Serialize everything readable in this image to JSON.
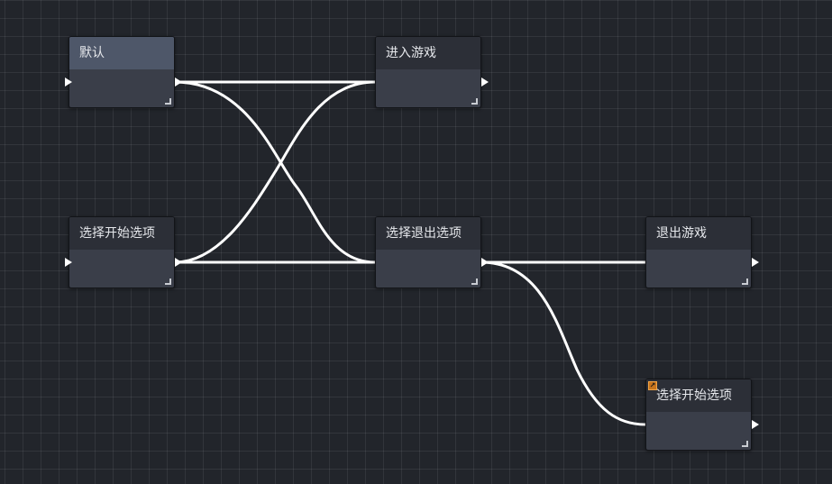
{
  "graph": {
    "nodes": [
      {
        "id": "default",
        "label": "默认",
        "selected": true
      },
      {
        "id": "enter-game",
        "label": "进入游戏"
      },
      {
        "id": "select-start",
        "label": "选择开始选项"
      },
      {
        "id": "select-exit",
        "label": "选择退出选项"
      },
      {
        "id": "exit-game",
        "label": "退出游戏"
      },
      {
        "id": "select-start-ref",
        "label": "选择开始选项",
        "icon": "link-arrow-icon"
      }
    ],
    "edges": [
      {
        "from": "默认",
        "to": "进入游戏"
      },
      {
        "from": "默认",
        "to": "选择退出选项"
      },
      {
        "from": "选择开始选项",
        "to": "进入游戏"
      },
      {
        "from": "选择开始选项",
        "to": "选择退出选项"
      },
      {
        "from": "选择退出选项",
        "to": "退出游戏"
      },
      {
        "from": "选择退出选项",
        "to": "选择开始选项"
      }
    ]
  },
  "colors": {
    "canvas_background": "#22252b",
    "node_header": "#2c2f37",
    "node_header_selected": "#4e5769",
    "node_body": "#3a3e49",
    "edge": "#ffffff",
    "link_icon": "#c8741c"
  }
}
